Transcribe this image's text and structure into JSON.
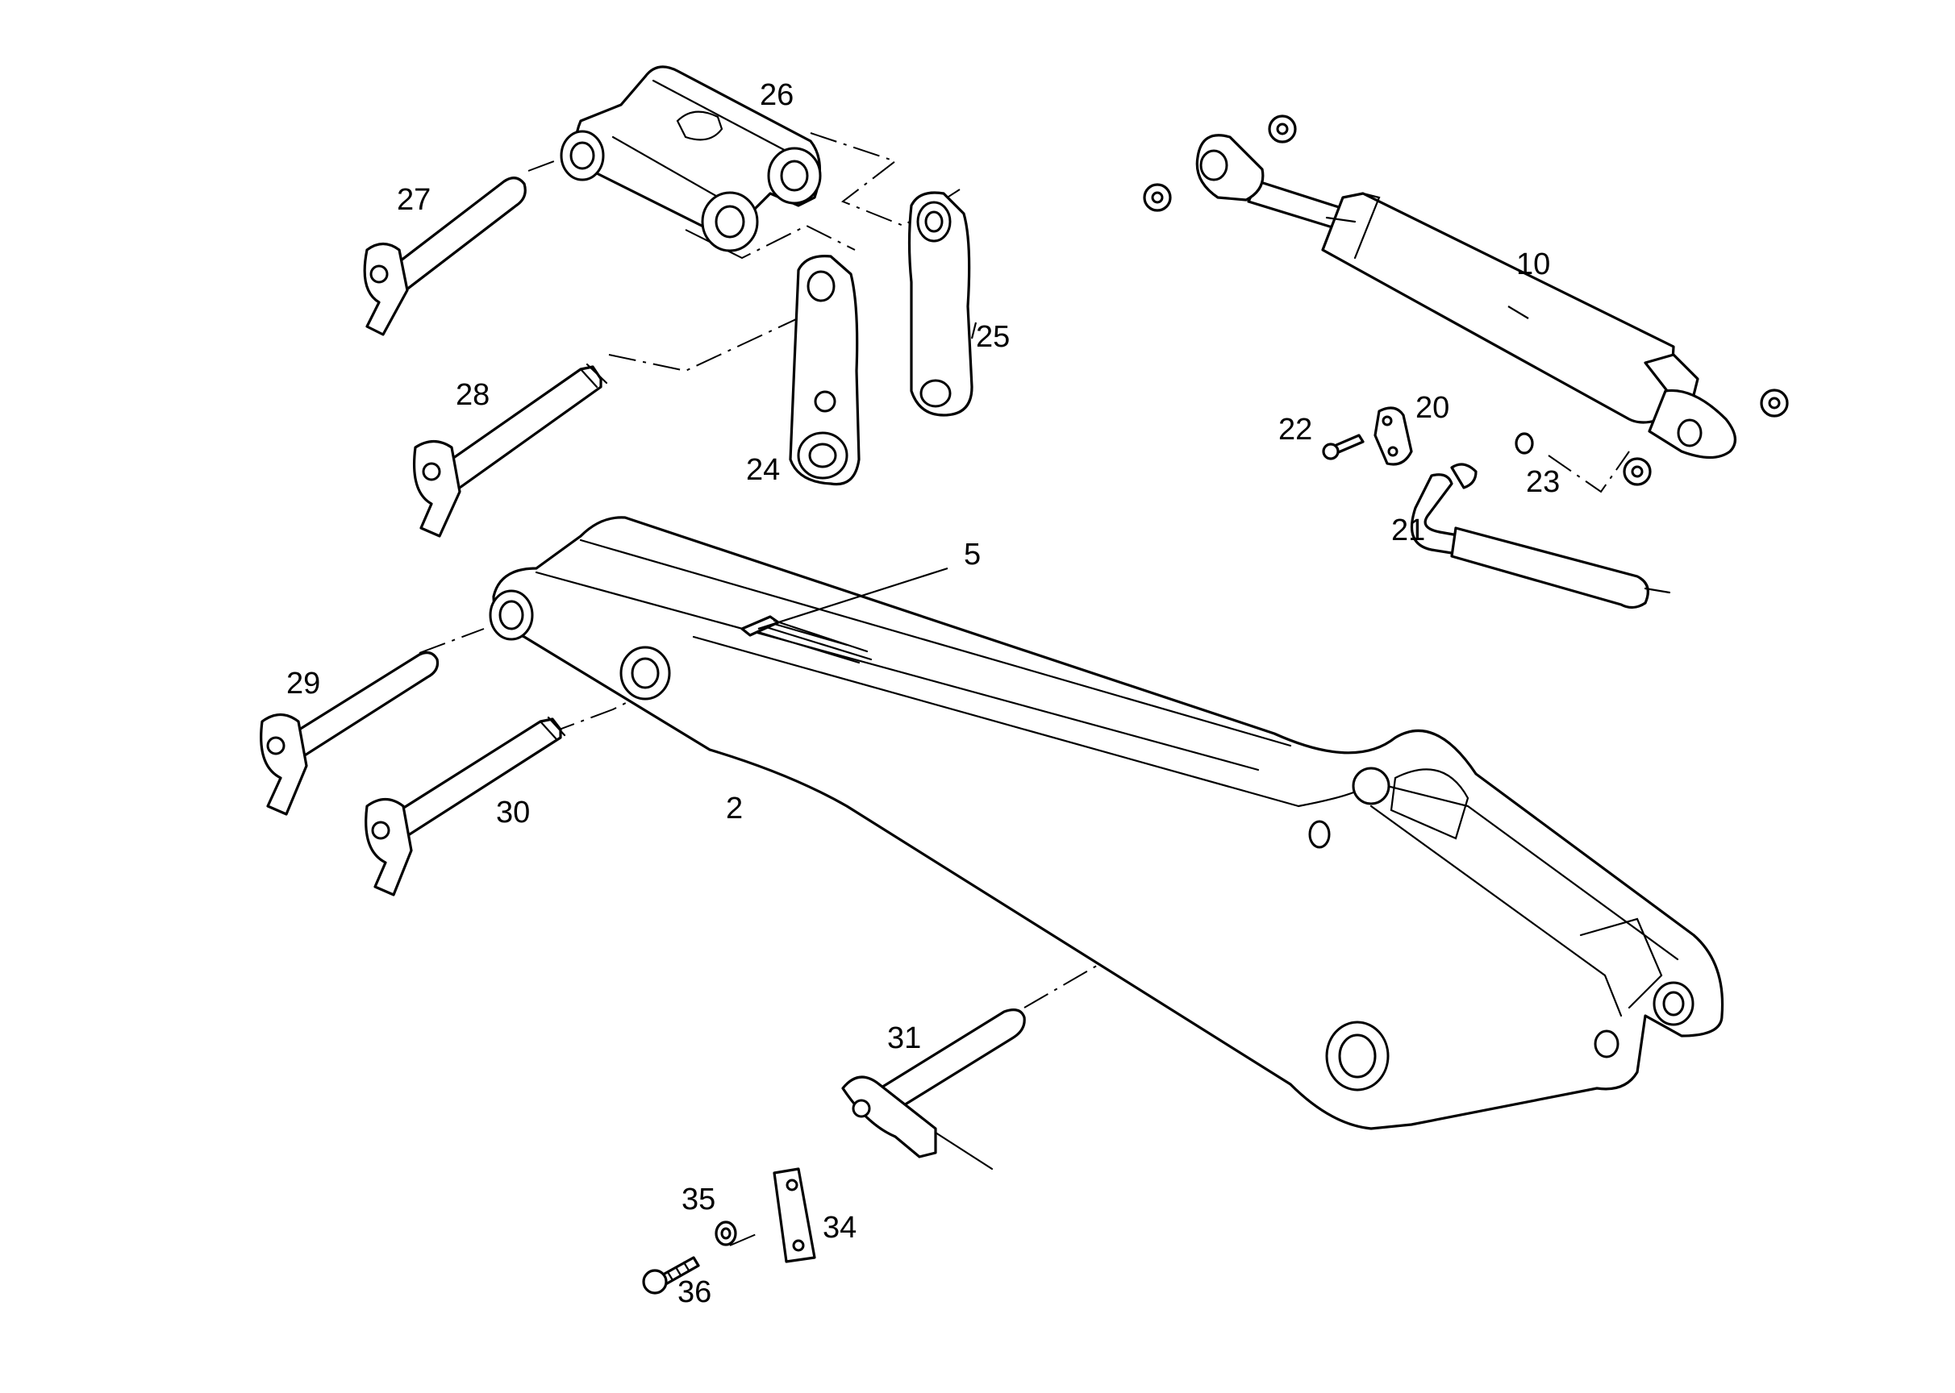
{
  "callouts": {
    "p2": "2",
    "p5": "5",
    "p10": "10",
    "p20": "20",
    "p21": "21",
    "p22": "22",
    "p23": "23",
    "p24": "24",
    "p25": "25",
    "p26": "26",
    "p27": "27",
    "p28": "28",
    "p29": "29",
    "p30": "30",
    "p31": "31",
    "p34": "34",
    "p35": "35",
    "p36": "36"
  },
  "colors": {
    "line": "#000000",
    "background": "#ffffff"
  }
}
